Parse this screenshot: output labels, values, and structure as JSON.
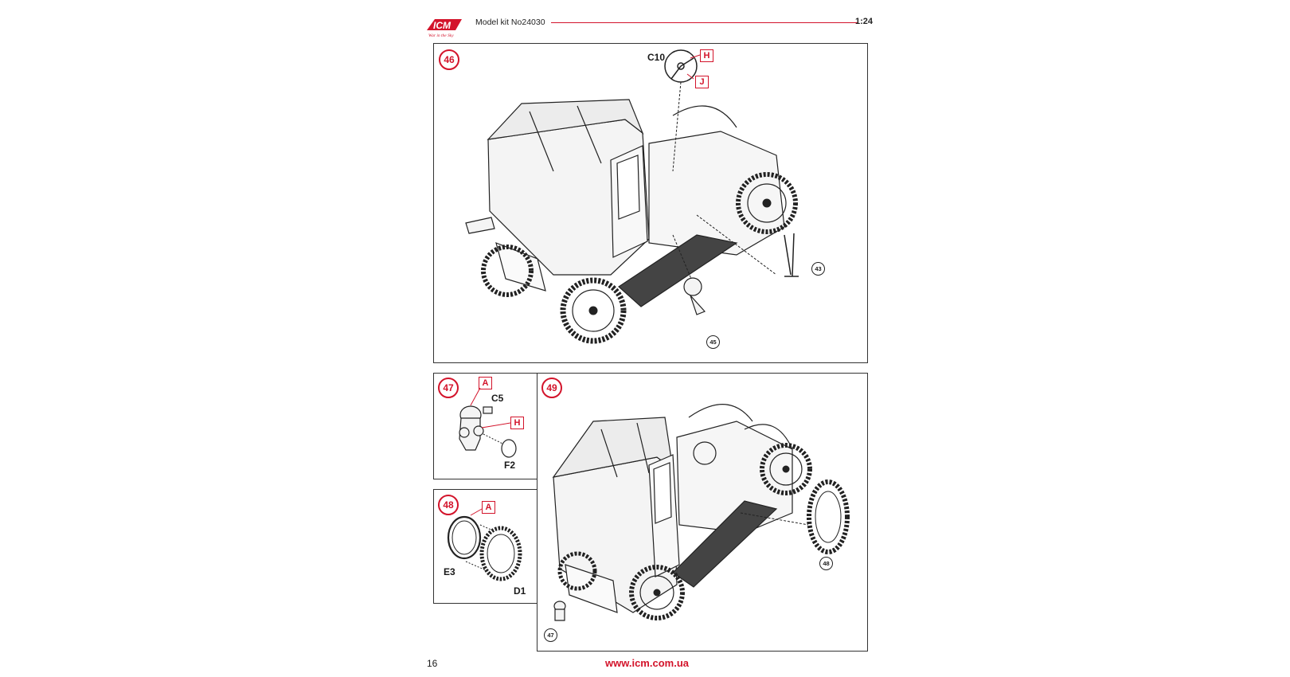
{
  "header": {
    "brand": "ICM",
    "tagline": "War in the Sky",
    "model": "Model kit No24030",
    "scale": "1:24"
  },
  "steps": [
    {
      "number": "46",
      "labels": {
        "c10": "C10",
        "h": "H",
        "j": "J"
      },
      "refs": {
        "r43": "43",
        "r45": "45"
      }
    },
    {
      "number": "47",
      "labels": {
        "a": "A",
        "c5": "C5",
        "h": "H",
        "f2": "F2"
      }
    },
    {
      "number": "48",
      "labels": {
        "a": "A",
        "e3": "E3",
        "d1": "D1"
      }
    },
    {
      "number": "49",
      "refs": {
        "r48": "48",
        "r47": "47"
      }
    }
  ],
  "footer": {
    "page": "16",
    "website": "www.icm.com.ua"
  },
  "colors": {
    "accent": "#d3142b",
    "line": "#333333",
    "fill": "#f3f3f3"
  }
}
